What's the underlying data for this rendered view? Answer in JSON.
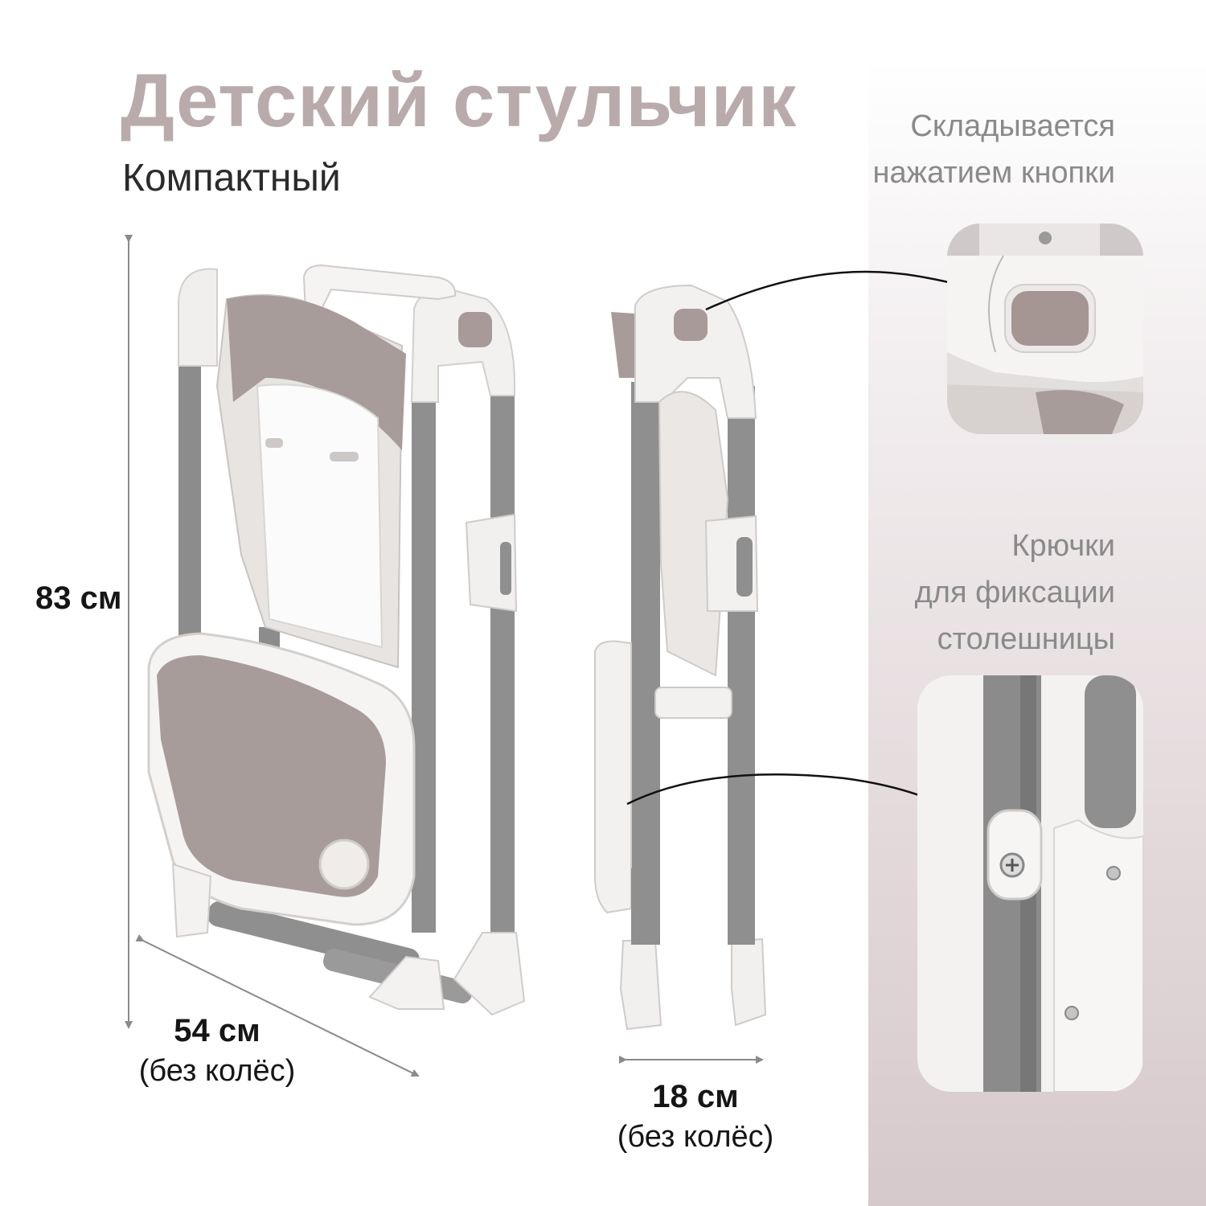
{
  "header": {
    "title": "Детский стульчик",
    "subtitle": "Компактный"
  },
  "features": [
    {
      "lines": [
        "Складывается",
        "нажатием кнопки"
      ],
      "icon": "fold-button-closeup"
    },
    {
      "lines": [
        "Крючки",
        "для фиксации",
        "столешницы"
      ],
      "icon": "tray-hook-closeup"
    }
  ],
  "dimensions": {
    "height": {
      "value": "83 см"
    },
    "width": {
      "value": "54 см",
      "note": "(без колёс)"
    },
    "depth": {
      "value": "18 см",
      "note": "(без колёс)"
    }
  },
  "colors": {
    "title": "#b9abac",
    "accent_mauve": "#a89a98",
    "frame_grey": "#8f8f8f",
    "plastic_white": "#f4f2f1",
    "panel_bg": "#e2d8da"
  }
}
